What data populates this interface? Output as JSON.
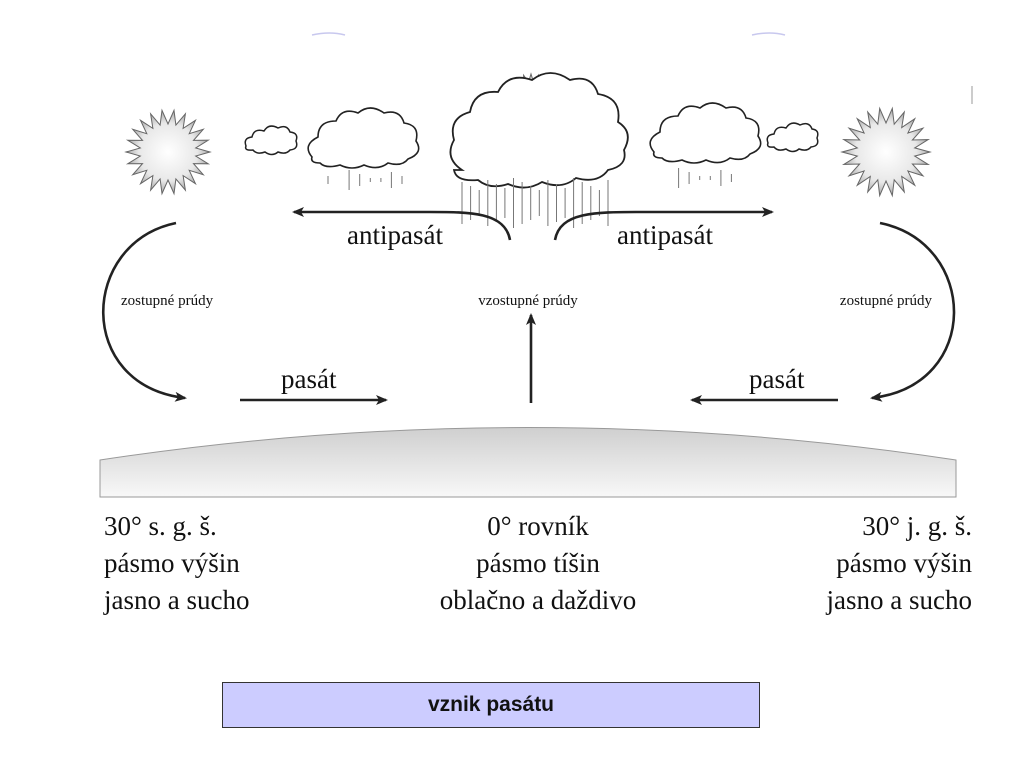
{
  "labels": {
    "antipasat_left": "antipasát",
    "antipasat_right": "antipasát",
    "zostupne_left": "zostupné prúdy",
    "vzostupne_center": "vzostupné prúdy",
    "zostupne_right": "zostupné prúdy",
    "pasat_left": "pasát",
    "pasat_right": "pasát"
  },
  "zones": {
    "left": {
      "latitude": "30° s. g. š.",
      "belt": "pásmo výšin",
      "weather": "jasno a sucho"
    },
    "center": {
      "latitude": "0° rovník",
      "belt": "pásmo tíšin",
      "weather": "oblačno a daždivo"
    },
    "right": {
      "latitude": "30° j. g. š.",
      "belt": "pásmo výšin",
      "weather": "jasno a sucho"
    }
  },
  "caption": "vznik pasátu",
  "colors": {
    "caption_background": "#ccccff",
    "ground_top": "#d6d6d6",
    "ground_bottom": "#f7f7f7",
    "line": "#222222"
  },
  "icons": [
    "sun-icon",
    "cloud-icon",
    "rain-icon",
    "arrow-icon"
  ]
}
